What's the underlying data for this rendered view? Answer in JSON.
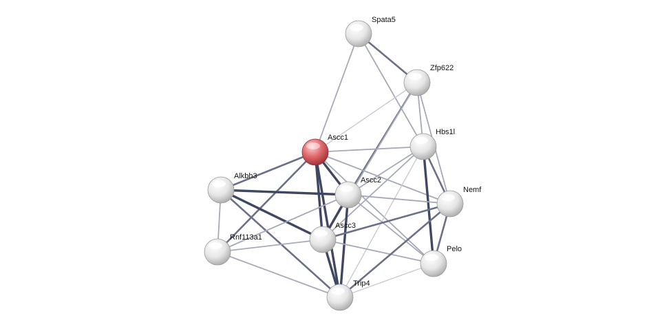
{
  "colors": {
    "query_node": "#e06a6e",
    "node": "#e8e8e8",
    "edge_strong": "#3f4763",
    "edge_medium": "#6a7088",
    "edge_weak": "#a6a9b8",
    "edge_faint": "#c8cad4",
    "label": "#111111"
  },
  "network": {
    "nodes": [
      {
        "id": "spata5",
        "label": "Spata5",
        "query": false
      },
      {
        "id": "zfp622",
        "label": "Zfp622",
        "query": false
      },
      {
        "id": "ascc1",
        "label": "Ascc1",
        "query": true
      },
      {
        "id": "hbs1l",
        "label": "Hbs1l",
        "query": false
      },
      {
        "id": "alkbh3",
        "label": "Alkbh3",
        "query": false
      },
      {
        "id": "ascc2",
        "label": "Ascc2",
        "query": false
      },
      {
        "id": "nemf",
        "label": "Nemf",
        "query": false
      },
      {
        "id": "ascc3",
        "label": "Ascc3",
        "query": false
      },
      {
        "id": "rnf113a1",
        "label": "Rnf113a1",
        "query": false
      },
      {
        "id": "pelo",
        "label": "Pelo",
        "query": false
      },
      {
        "id": "trip4",
        "label": "Trip4",
        "query": false
      }
    ],
    "edges": [
      {
        "source": "spata5",
        "target": "zfp622",
        "strength": "medium"
      },
      {
        "source": "spata5",
        "target": "ascc1",
        "strength": "weak"
      },
      {
        "source": "spata5",
        "target": "hbs1l",
        "strength": "weak"
      },
      {
        "source": "zfp622",
        "target": "ascc1",
        "strength": "faint"
      },
      {
        "source": "zfp622",
        "target": "hbs1l",
        "strength": "weak"
      },
      {
        "source": "zfp622",
        "target": "nemf",
        "strength": "weak"
      },
      {
        "source": "zfp622",
        "target": "ascc2",
        "strength": "medium"
      },
      {
        "source": "zfp622",
        "target": "ascc3",
        "strength": "weak"
      },
      {
        "source": "ascc1",
        "target": "hbs1l",
        "strength": "weak"
      },
      {
        "source": "ascc1",
        "target": "alkbh3",
        "strength": "medium"
      },
      {
        "source": "ascc1",
        "target": "ascc2",
        "strength": "strong"
      },
      {
        "source": "ascc1",
        "target": "ascc3",
        "strength": "strong"
      },
      {
        "source": "ascc1",
        "target": "trip4",
        "strength": "strong"
      },
      {
        "source": "ascc1",
        "target": "rnf113a1",
        "strength": "medium"
      },
      {
        "source": "ascc1",
        "target": "nemf",
        "strength": "weak"
      },
      {
        "source": "ascc1",
        "target": "pelo",
        "strength": "weak"
      },
      {
        "source": "hbs1l",
        "target": "nemf",
        "strength": "medium"
      },
      {
        "source": "hbs1l",
        "target": "pelo",
        "strength": "strong"
      },
      {
        "source": "hbs1l",
        "target": "ascc2",
        "strength": "weak"
      },
      {
        "source": "hbs1l",
        "target": "ascc3",
        "strength": "weak"
      },
      {
        "source": "hbs1l",
        "target": "trip4",
        "strength": "faint"
      },
      {
        "source": "alkbh3",
        "target": "ascc2",
        "strength": "strong"
      },
      {
        "source": "alkbh3",
        "target": "ascc3",
        "strength": "strong"
      },
      {
        "source": "alkbh3",
        "target": "trip4",
        "strength": "medium"
      },
      {
        "source": "alkbh3",
        "target": "rnf113a1",
        "strength": "weak"
      },
      {
        "source": "ascc2",
        "target": "ascc3",
        "strength": "strong"
      },
      {
        "source": "ascc2",
        "target": "trip4",
        "strength": "strong"
      },
      {
        "source": "ascc2",
        "target": "nemf",
        "strength": "weak"
      },
      {
        "source": "ascc2",
        "target": "pelo",
        "strength": "weak"
      },
      {
        "source": "ascc2",
        "target": "rnf113a1",
        "strength": "weak"
      },
      {
        "source": "ascc3",
        "target": "nemf",
        "strength": "medium"
      },
      {
        "source": "ascc3",
        "target": "trip4",
        "strength": "strong"
      },
      {
        "source": "ascc3",
        "target": "rnf113a1",
        "strength": "weak"
      },
      {
        "source": "ascc3",
        "target": "pelo",
        "strength": "weak"
      },
      {
        "source": "nemf",
        "target": "pelo",
        "strength": "medium"
      },
      {
        "source": "nemf",
        "target": "trip4",
        "strength": "medium"
      },
      {
        "source": "pelo",
        "target": "trip4",
        "strength": "faint"
      },
      {
        "source": "rnf113a1",
        "target": "trip4",
        "strength": "weak"
      }
    ]
  }
}
